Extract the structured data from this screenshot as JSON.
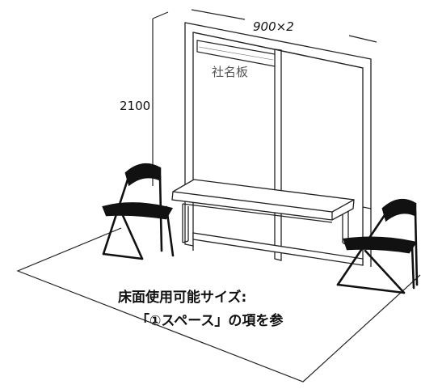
{
  "dimensions": {
    "width_label": "900×2",
    "height_label": "2100"
  },
  "sign": {
    "label": "社名板"
  },
  "caption": {
    "line1": "床面使用可能サイズ:",
    "line2": "「①スペース」の項を参"
  },
  "colors": {
    "line": "#222222",
    "chair_fill": "#111111",
    "background": "#ffffff"
  },
  "icons": [
    "folding-chair-icon",
    "folding-chair-icon",
    "folding-table-icon"
  ]
}
